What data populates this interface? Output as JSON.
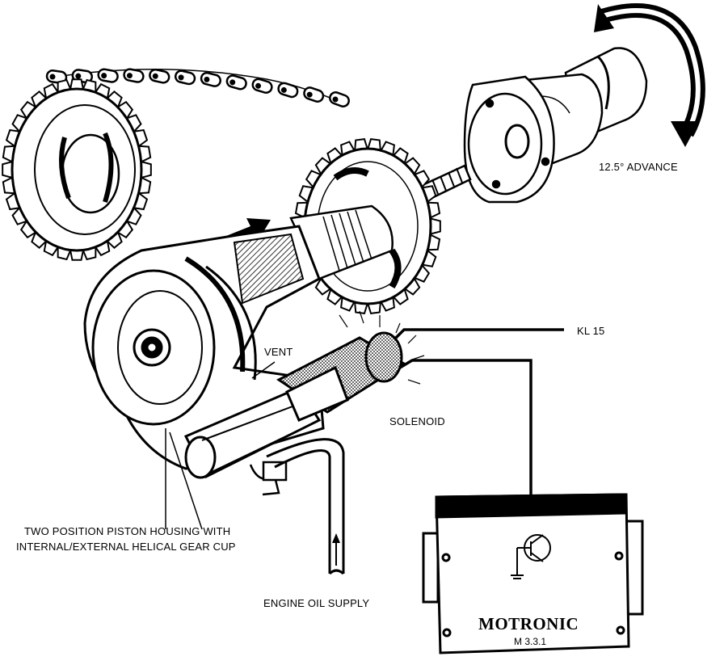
{
  "labels": {
    "advance": "12.5° ADVANCE",
    "kl15": "KL 15",
    "vent": "VENT",
    "solenoid": "SOLENOID",
    "piston_line1": "TWO POSITION PISTON HOUSING WITH",
    "piston_line2": "INTERNAL/EXTERNAL HELICAL GEAR CUP",
    "oil_supply": "ENGINE OIL SUPPLY"
  },
  "ecu": {
    "name": "MOTRONIC",
    "model": "M 3.3.1"
  }
}
